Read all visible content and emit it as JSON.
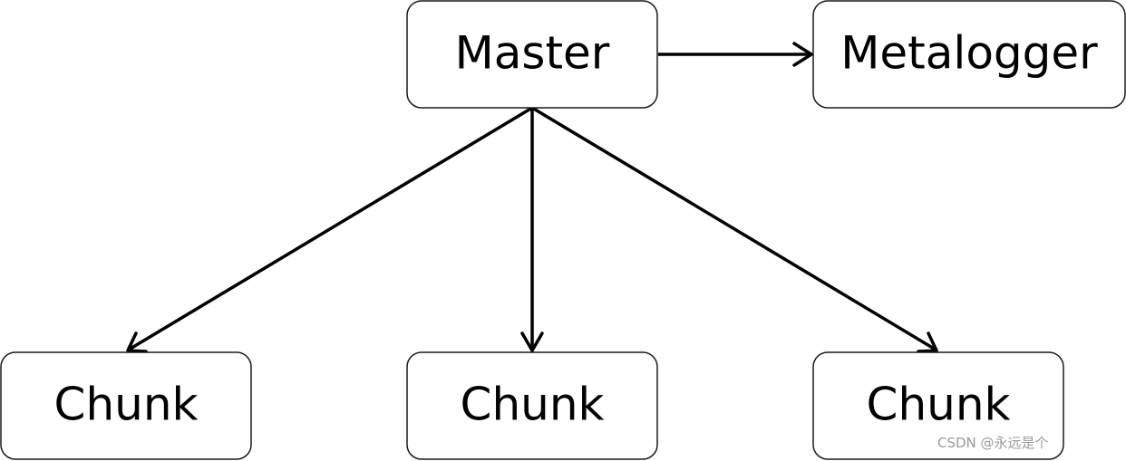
{
  "diagram": {
    "nodes": [
      {
        "id": "master",
        "label": "Master"
      },
      {
        "id": "metalogger",
        "label": "Metalogger"
      },
      {
        "id": "chunk1",
        "label": "Chunk"
      },
      {
        "id": "chunk2",
        "label": "Chunk"
      },
      {
        "id": "chunk3",
        "label": "Chunk"
      }
    ],
    "edges": [
      {
        "from": "master",
        "to": "metalogger"
      },
      {
        "from": "master",
        "to": "chunk1"
      },
      {
        "from": "master",
        "to": "chunk2"
      },
      {
        "from": "master",
        "to": "chunk3"
      }
    ]
  },
  "watermark": {
    "text": "CSDN @永远是个"
  }
}
